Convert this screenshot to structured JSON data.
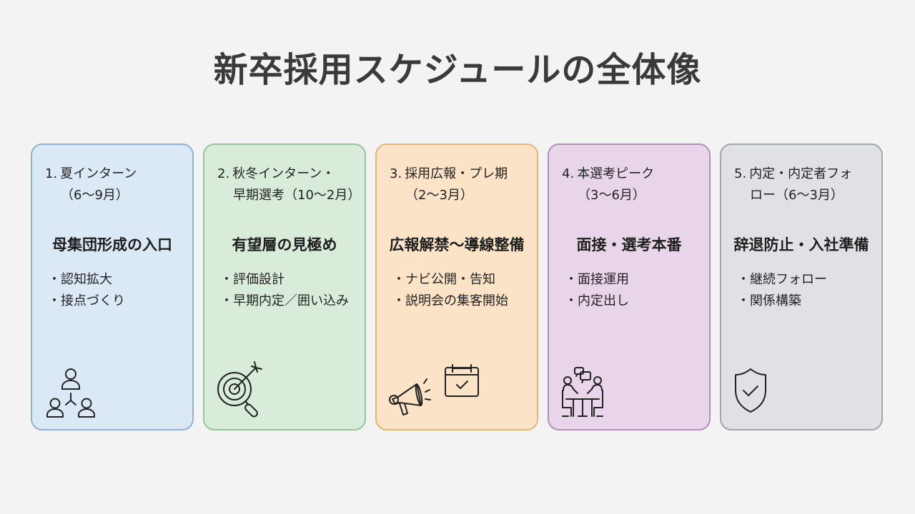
{
  "title": "新卒採用スケジュールの全体像",
  "cards": [
    {
      "number": "1.",
      "heading_line1": "夏インターン",
      "heading_line2": "（6〜9月）",
      "main": "母集団形成の入口",
      "bullets": [
        "認知拡大",
        "接点づくり"
      ],
      "icon": "people-network-icon",
      "bg": "#dbe8f5",
      "border": "#8fb0d0"
    },
    {
      "number": "2.",
      "heading_line1": "秋冬インターン・",
      "heading_line2": "早期選考（10〜2月）",
      "main": "有望層の見極め",
      "bullets": [
        "評価設計",
        "早期内定／囲い込み"
      ],
      "icon": "target-search-icon",
      "bg": "#d9ecd9",
      "border": "#97c49a"
    },
    {
      "number": "3.",
      "heading_line1": "採用広報・プレ期",
      "heading_line2": "（2〜3月）",
      "main": "広報解禁〜導線整備",
      "bullets": [
        "ナビ公開・告知",
        "説明会の集客開始"
      ],
      "icon": "megaphone-calendar-icon",
      "bg": "#fbe3c8",
      "border": "#e4b67c"
    },
    {
      "number": "4.",
      "heading_line1": "本選考ピーク",
      "heading_line2": "（3〜6月）",
      "main": "面接・選考本番",
      "bullets": [
        "面接運用",
        "内定出し"
      ],
      "icon": "interview-icon",
      "bg": "#e8d5e9",
      "border": "#b58fbc"
    },
    {
      "number": "5.",
      "heading_line1": "内定・内定者フォ",
      "heading_line2": "ロー（6〜3月）",
      "main": "辞退防止・入社準備",
      "bullets": [
        "継続フォロー",
        "関係構築"
      ],
      "icon": "shield-check-icon",
      "bg": "#dfe1e4",
      "border": "#a3a7ad"
    }
  ]
}
